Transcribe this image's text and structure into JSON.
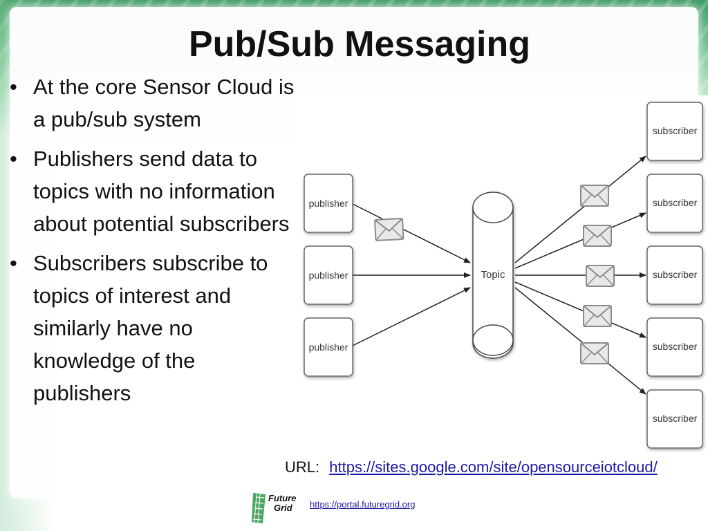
{
  "slide": {
    "title": "Pub/Sub Messaging",
    "bullets": [
      "At the core Sensor Cloud is a pub/sub system",
      "Publishers send data to topics with no information about potential subscribers",
      "Subscribers subscribe to topics of interest and similarly have no knowledge of the publishers"
    ],
    "bullet_glyph": "•"
  },
  "diagram": {
    "publishers": [
      "publisher",
      "publisher",
      "publisher"
    ],
    "topic": "Topic",
    "subscribers": [
      "subscriber",
      "subscriber",
      "subscriber",
      "subscriber",
      "subscriber"
    ]
  },
  "url": {
    "label": "URL:",
    "link": "https://sites.google.com/site/opensourceiotcloud/"
  },
  "footer": {
    "logo_line1": "Future",
    "logo_line2": "Grid",
    "link": "https://portal.futuregrid.org"
  },
  "colors": {
    "accent_green": "#3d9a63",
    "link_blue": "#1a1aa6"
  }
}
